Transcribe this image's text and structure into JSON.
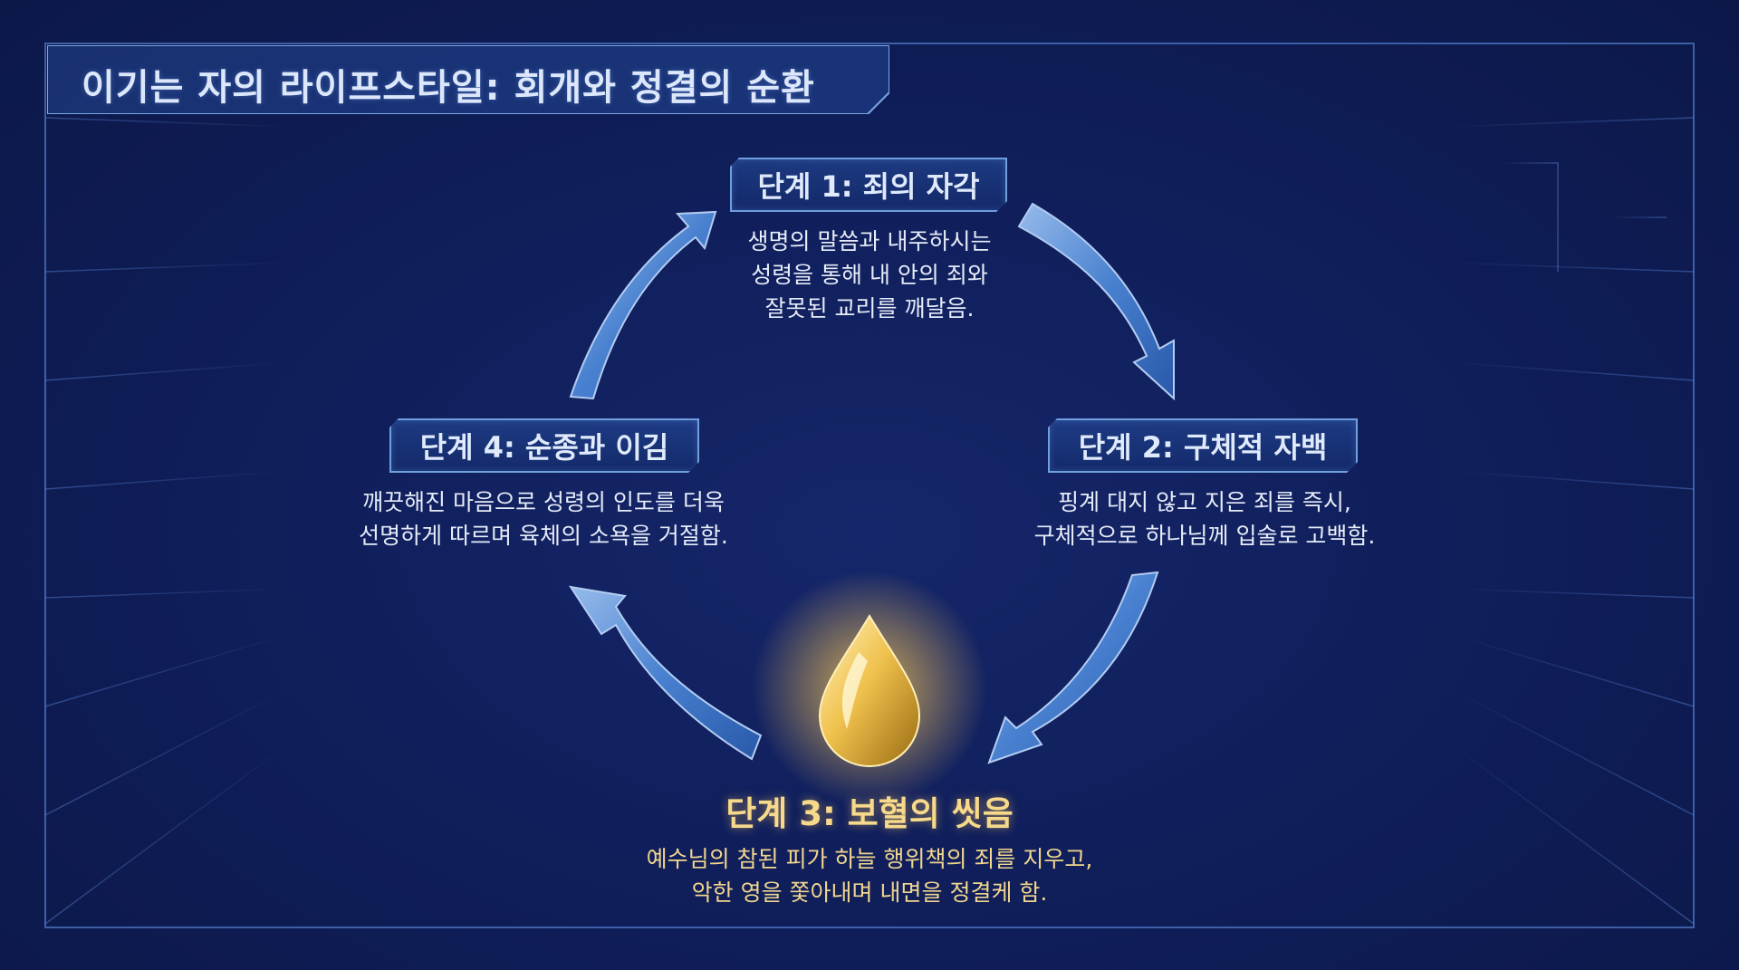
{
  "title": "이기는 자의 라이프스타일: 회개와 정결의 순환",
  "stages": [
    {
      "label": "단계 1: 죄의 자각",
      "lines": [
        "생명의 말씀과 내주하시는",
        "성령을 통해 내 안의 죄와",
        "잘못된 교리를 깨달음."
      ]
    },
    {
      "label": "단계 2: 구체적 자백",
      "lines": [
        "핑계 대지 않고 지은 죄를 즉시,",
        "구체적으로 하나님께 입술로 고백함."
      ]
    },
    {
      "label": "단계 3: 보혈의 씻음",
      "lines": [
        "예수님의 참된 피가 하늘 행위책의 죄를 지우고,",
        "악한 영을 쫓아내며 내면을 정결케 함."
      ]
    },
    {
      "label": "단계 4: 순종과 이김",
      "lines": [
        "깨끗해진 마음으로 성령의 인도를 더욱",
        "선명하게 따르며 육체의 소욕을 거절함."
      ]
    }
  ],
  "icons": {
    "center": "golden-drop-icon",
    "cycle": "cycle-arrow-icon"
  },
  "colors": {
    "background": "#0f1d55",
    "accent_blue": "#6f9fdc",
    "gold": "#f6d98a"
  }
}
